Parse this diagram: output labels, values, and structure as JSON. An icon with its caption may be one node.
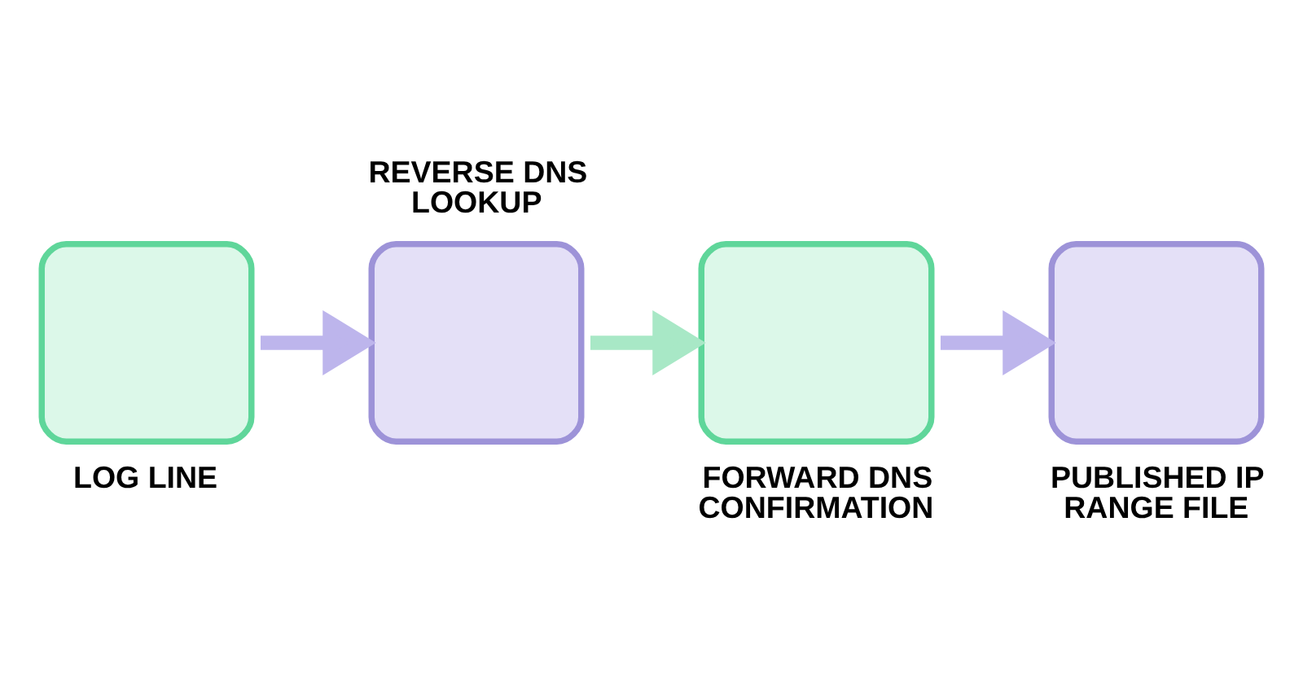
{
  "diagram": {
    "nodes": [
      {
        "text": [
          "LOG LINE"
        ]
      },
      {
        "text": [
          "REVERSE DNS LOOKUP"
        ]
      },
      {
        "text": [
          "FORWARD DNS CONFIRMATION"
        ]
      },
      {
        "text": [
          "PUBLISHED IP RANGE FILE"
        ]
      }
    ],
    "edges": [
      {
        "from": 0,
        "to": 1,
        "arrow": "to"
      },
      {
        "from": 1,
        "to": 2,
        "arrow": "to",
        "color": "#a8e8c6"
      },
      {
        "from": 2,
        "to": 3,
        "arrow": "to"
      }
    ]
  }
}
